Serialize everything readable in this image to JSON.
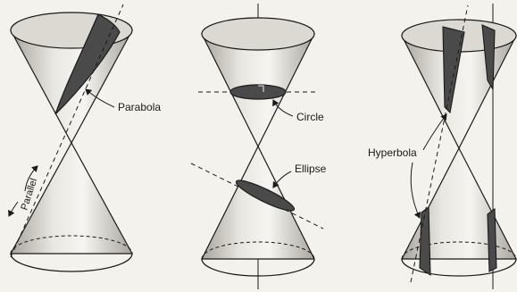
{
  "figure": {
    "panels": [
      {
        "id": "parabola-panel",
        "labels": [
          "Parabola",
          "Parallel"
        ]
      },
      {
        "id": "circle-ellipse-panel",
        "labels": [
          "Circle",
          "Ellipse"
        ]
      },
      {
        "id": "hyperbola-panel",
        "labels": [
          "Hyperbola"
        ]
      }
    ]
  },
  "labels": {
    "parabola": "Parabola",
    "parallel": "Parallel",
    "circle": "Circle",
    "ellipse": "Ellipse",
    "hyperbola": "Hyperbola"
  },
  "colors": {
    "background": "#f4f2ec",
    "line": "#1a1a1a",
    "cone_shade": "#bdbab2",
    "section_fill": "#4a4a4a"
  }
}
